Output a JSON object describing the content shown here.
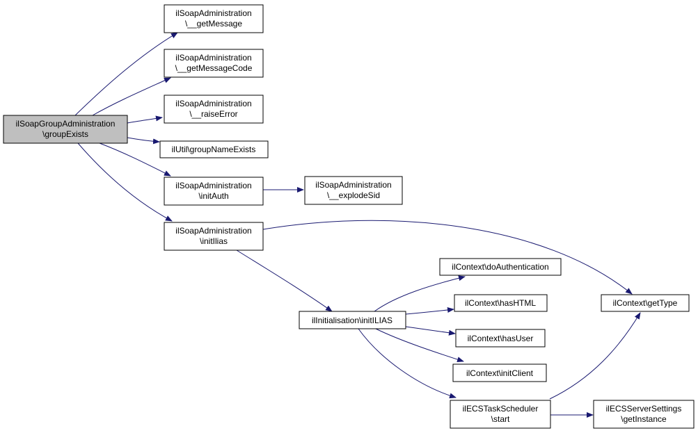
{
  "colors": {
    "edge": "#191970",
    "node_border": "#000000",
    "root_fill": "#bfbfbf",
    "node_fill": "#ffffff"
  },
  "nodes": {
    "root": [
      "ilSoapGroupAdministration",
      "\\groupExists"
    ],
    "getMessage": [
      "ilSoapAdministration",
      "\\__getMessage"
    ],
    "getMessageCode": [
      "ilSoapAdministration",
      "\\__getMessageCode"
    ],
    "raiseError": [
      "ilSoapAdministration",
      "\\__raiseError"
    ],
    "groupNameExists": [
      "ilUtil\\groupNameExists"
    ],
    "initAuth": [
      "ilSoapAdministration",
      "\\initAuth"
    ],
    "explodeSid": [
      "ilSoapAdministration",
      "\\__explodeSid"
    ],
    "initIlias": [
      "ilSoapAdministration",
      "\\initIlias"
    ],
    "doAuthentication": [
      "ilContext\\doAuthentication"
    ],
    "getType": [
      "ilContext\\getType"
    ],
    "hasHTML": [
      "ilContext\\hasHTML"
    ],
    "initILIAS": [
      "ilInitialisation\\initILIAS"
    ],
    "hasUser": [
      "ilContext\\hasUser"
    ],
    "initClient": [
      "ilContext\\initClient"
    ],
    "ecsStart": [
      "ilECSTaskScheduler",
      "\\start"
    ],
    "getInstance": [
      "ilECSServerSettings",
      "\\getInstance"
    ]
  },
  "edges": [
    [
      "root",
      "getMessage"
    ],
    [
      "root",
      "getMessageCode"
    ],
    [
      "root",
      "raiseError"
    ],
    [
      "root",
      "groupNameExists"
    ],
    [
      "root",
      "initAuth"
    ],
    [
      "root",
      "initIlias"
    ],
    [
      "initAuth",
      "explodeSid"
    ],
    [
      "initIlias",
      "getType"
    ],
    [
      "initIlias",
      "initILIAS"
    ],
    [
      "initILIAS",
      "doAuthentication"
    ],
    [
      "initILIAS",
      "hasHTML"
    ],
    [
      "initILIAS",
      "hasUser"
    ],
    [
      "initILIAS",
      "initClient"
    ],
    [
      "initILIAS",
      "ecsStart"
    ],
    [
      "ecsStart",
      "getType"
    ],
    [
      "ecsStart",
      "getInstance"
    ]
  ]
}
